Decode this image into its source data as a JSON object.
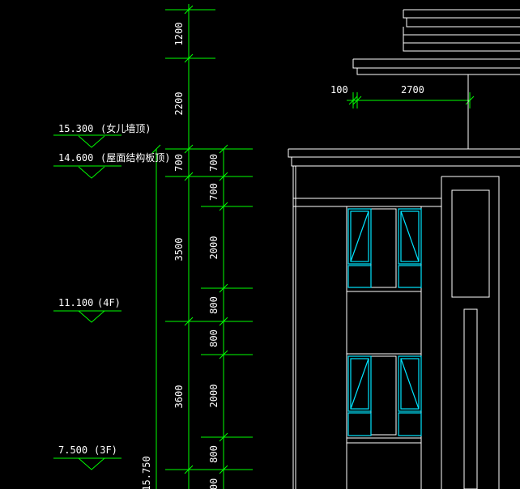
{
  "drawing": {
    "dim_vertical_outer": [
      "1200",
      "2200",
      "700",
      "3500",
      "3600",
      "15.750"
    ],
    "dim_vertical_inner": [
      "700",
      "700",
      "2000",
      "800",
      "800",
      "2000",
      "800",
      "00"
    ],
    "dim_horizontal": [
      "100",
      "2700"
    ],
    "levels": [
      {
        "value": "15.300",
        "note": "(女儿墙顶)"
      },
      {
        "value": "14.600",
        "note": "(屋面结构板顶)"
      },
      {
        "value": "11.100",
        "note": "(4F)"
      },
      {
        "value": "7.500",
        "note": "(3F)"
      }
    ]
  },
  "colors": {
    "background": "#000000",
    "dimension": "#00ff00",
    "outline": "#ffffff",
    "window": "#00e5ff"
  }
}
